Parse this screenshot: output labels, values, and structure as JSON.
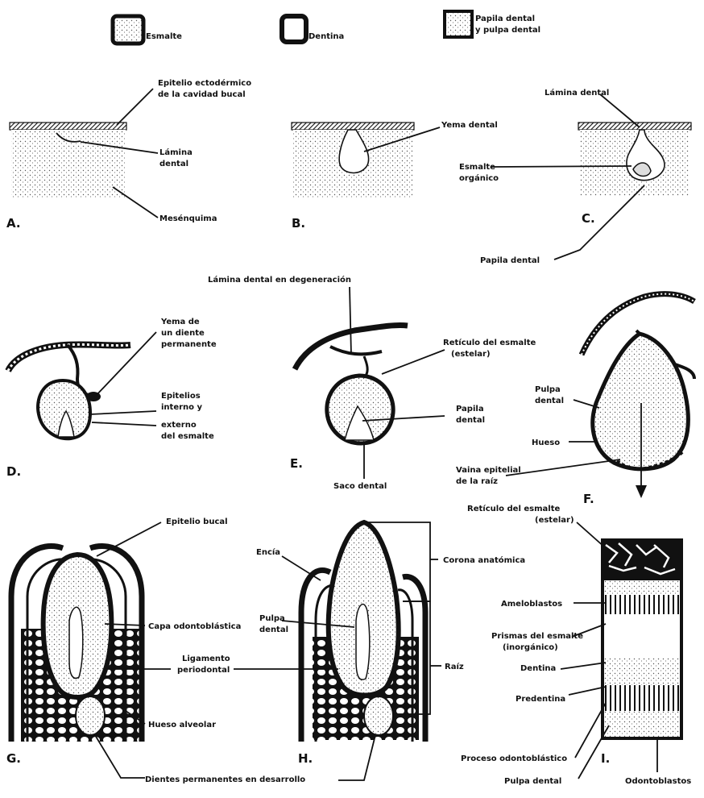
{
  "colors": {
    "ink": "#111111",
    "paper": "#ffffff"
  },
  "legend": {
    "enamel": "Esmalte",
    "dentin": "Dentina",
    "pulp_line1": "Papila dental",
    "pulp_line2": "y pulpa dental"
  },
  "panels": {
    "A": {
      "letter": "A.",
      "epithelium_line1": "Epitelio ectodérmico",
      "epithelium_line2": "de la cavidad bucal",
      "lamina_line1": "Lámina",
      "lamina_line2": "dental",
      "mesenchyme": "Mesénquima"
    },
    "B": {
      "letter": "B.",
      "bud": "Yema dental"
    },
    "C": {
      "letter": "C.",
      "lamina": "Lámina dental",
      "organ_line1": "Esmalte",
      "organ_line2": "orgánico",
      "papilla": "Papila dental"
    },
    "D": {
      "letter": "D.",
      "bud_line1": "Yema de",
      "bud_line2": "un diente",
      "bud_line3": "permanente",
      "epi_line1": "Epitelios",
      "epi_line2": "interno y",
      "epi_line3": "externo",
      "epi_line4": "del esmalte"
    },
    "E": {
      "letter": "E.",
      "degeneration": "Lámina dental en degeneración",
      "reticulum_line1": "Retículo del esmalte",
      "reticulum_line2": "(estelar)",
      "papilla_line1": "Papila",
      "papilla_line2": "dental",
      "sac": "Saco dental"
    },
    "F": {
      "letter": "F.",
      "pulp_line1": "Pulpa",
      "pulp_line2": "dental",
      "bone": "Hueso",
      "sheath_line1": "Vaina epitelial",
      "sheath_line2": "de la raíz"
    },
    "G": {
      "letter": "G.",
      "oral_epithelium": "Epitelio bucal",
      "odontoblast_layer": "Capa odontoblástica",
      "ligament_line1": "Ligamento",
      "ligament_line2": "periodontal",
      "alveolar_bone": "Hueso alveolar",
      "permanent": "Dientes permanentes en desarrollo"
    },
    "H": {
      "letter": "H.",
      "gum": "Encía",
      "pulp_line1": "Pulpa",
      "pulp_line2": "dental",
      "crown": "Corona anatómica",
      "root": "Raíz"
    },
    "I": {
      "letter": "I.",
      "reticulum_line1": "Retículo del esmalte",
      "reticulum_line2": "(estelar)",
      "ameloblasts": "Ameloblastos",
      "prisms_line1": "Prismas del esmalte",
      "prisms_line2": "(inorgánico)",
      "dentin": "Dentina",
      "predentin": "Predentina",
      "process": "Proceso odontoblástico",
      "pulp": "Pulpa dental",
      "odontoblasts": "Odontoblastos"
    }
  }
}
